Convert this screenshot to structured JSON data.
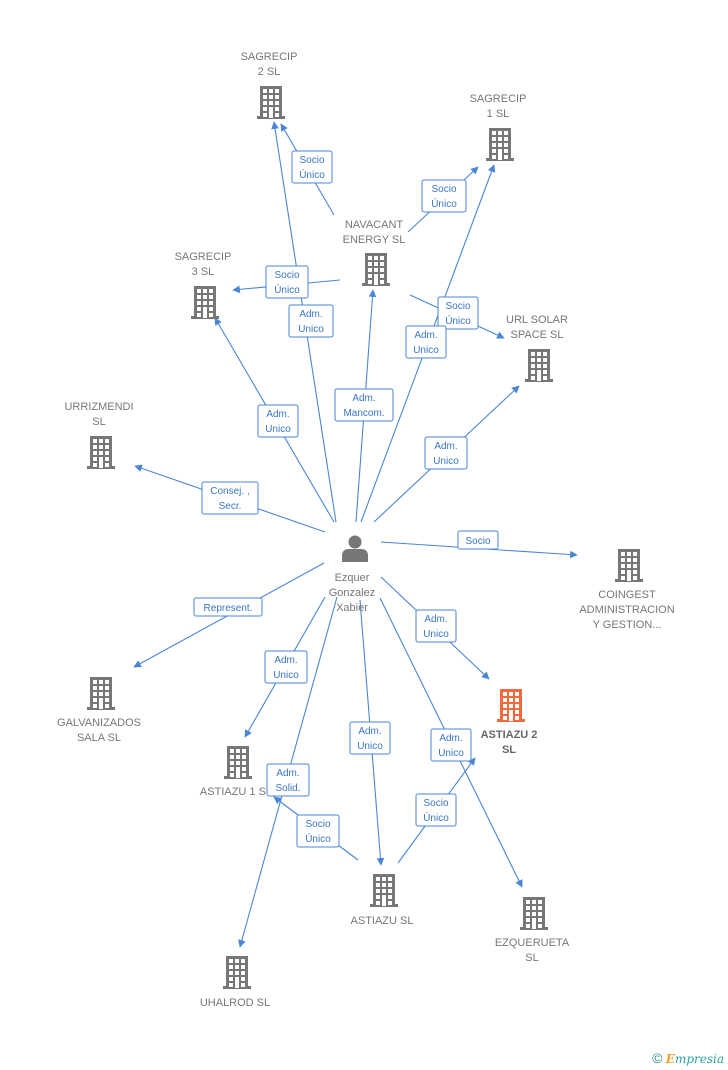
{
  "colors": {
    "edge": "#4a86d6",
    "building": "#777777",
    "building_highlight": "#f26a3b",
    "person": "#777777"
  },
  "center": {
    "id": "person",
    "icon": "person-icon",
    "label": [
      "Ezquer",
      "Gonzalez",
      "Xabier"
    ]
  },
  "companies": [
    {
      "id": "sagrecip2",
      "label": [
        "SAGRECIP",
        "2  SL"
      ]
    },
    {
      "id": "sagrecip1",
      "label": [
        "SAGRECIP",
        "1  SL"
      ]
    },
    {
      "id": "navacant",
      "label": [
        "NAVACANT",
        "ENERGY  SL"
      ]
    },
    {
      "id": "sagrecip3",
      "label": [
        "SAGRECIP",
        "3  SL"
      ]
    },
    {
      "id": "urlsolar",
      "label": [
        "URL SOLAR",
        "SPACE  SL"
      ]
    },
    {
      "id": "urrizmendi",
      "label": [
        "URRIZMENDI",
        "SL"
      ]
    },
    {
      "id": "coingest",
      "label": [
        "COINGEST",
        "ADMINISTRACION",
        "Y GESTION..."
      ]
    },
    {
      "id": "galvanizados",
      "label": [
        "GALVANIZADOS",
        "SALA  SL"
      ]
    },
    {
      "id": "astiazu2",
      "label": [
        "ASTIAZU 2",
        "SL"
      ],
      "highlight": true
    },
    {
      "id": "astiazu1",
      "label": [
        "ASTIAZU 1  SL"
      ]
    },
    {
      "id": "astiazu",
      "label": [
        "ASTIAZU  SL"
      ]
    },
    {
      "id": "ezquerueta",
      "label": [
        "EZQUERUETA",
        "SL"
      ]
    },
    {
      "id": "uhalrod",
      "label": [
        "UHALROD SL"
      ]
    }
  ],
  "edges": [
    {
      "from": "person",
      "to": "sagrecip2",
      "label": [
        "Adm.",
        "Unico"
      ]
    },
    {
      "from": "navacant",
      "to": "sagrecip2",
      "label": [
        "Socio",
        "Único"
      ]
    },
    {
      "from": "navacant",
      "to": "sagrecip1",
      "label": [
        "Socio",
        "Único"
      ]
    },
    {
      "from": "navacant",
      "to": "sagrecip3",
      "label": [
        "Socio",
        "Único"
      ]
    },
    {
      "from": "navacant",
      "to": "urlsolar",
      "label": [
        "Socio",
        "Único"
      ]
    },
    {
      "from": "person",
      "to": "sagrecip1",
      "label": [
        "Adm.",
        "Unico"
      ]
    },
    {
      "from": "person",
      "to": "navacant",
      "label": [
        "Adm.",
        "Mancom."
      ]
    },
    {
      "from": "person",
      "to": "sagrecip3",
      "label": [
        "Adm.",
        "Unico"
      ]
    },
    {
      "from": "person",
      "to": "urlsolar",
      "label": [
        "Adm.",
        "Unico"
      ]
    },
    {
      "from": "person",
      "to": "urrizmendi",
      "label": [
        "Consej. ,",
        "Secr."
      ]
    },
    {
      "from": "person",
      "to": "coingest",
      "label": [
        "Socio"
      ]
    },
    {
      "from": "person",
      "to": "galvanizados",
      "label": [
        "Represent."
      ]
    },
    {
      "from": "person",
      "to": "astiazu2",
      "label": [
        "Adm.",
        "Unico"
      ]
    },
    {
      "from": "person",
      "to": "astiazu1",
      "label": [
        "Adm.",
        "Unico"
      ]
    },
    {
      "from": "person",
      "to": "astiazu",
      "label": [
        "Adm.",
        "Unico"
      ]
    },
    {
      "from": "person",
      "to": "ezquerueta",
      "label": [
        "Adm.",
        "Unico"
      ]
    },
    {
      "from": "person",
      "to": "uhalrod",
      "label": [
        "Adm.",
        "Solid."
      ]
    },
    {
      "from": "astiazu",
      "to": "astiazu1",
      "label": [
        "Socio",
        "Único"
      ]
    },
    {
      "from": "astiazu",
      "to": "astiazu2",
      "label": [
        "Socio",
        "Único"
      ]
    }
  ],
  "footer": {
    "copyright": "©",
    "brand_initial": "E",
    "brand_rest": "mpresia"
  }
}
